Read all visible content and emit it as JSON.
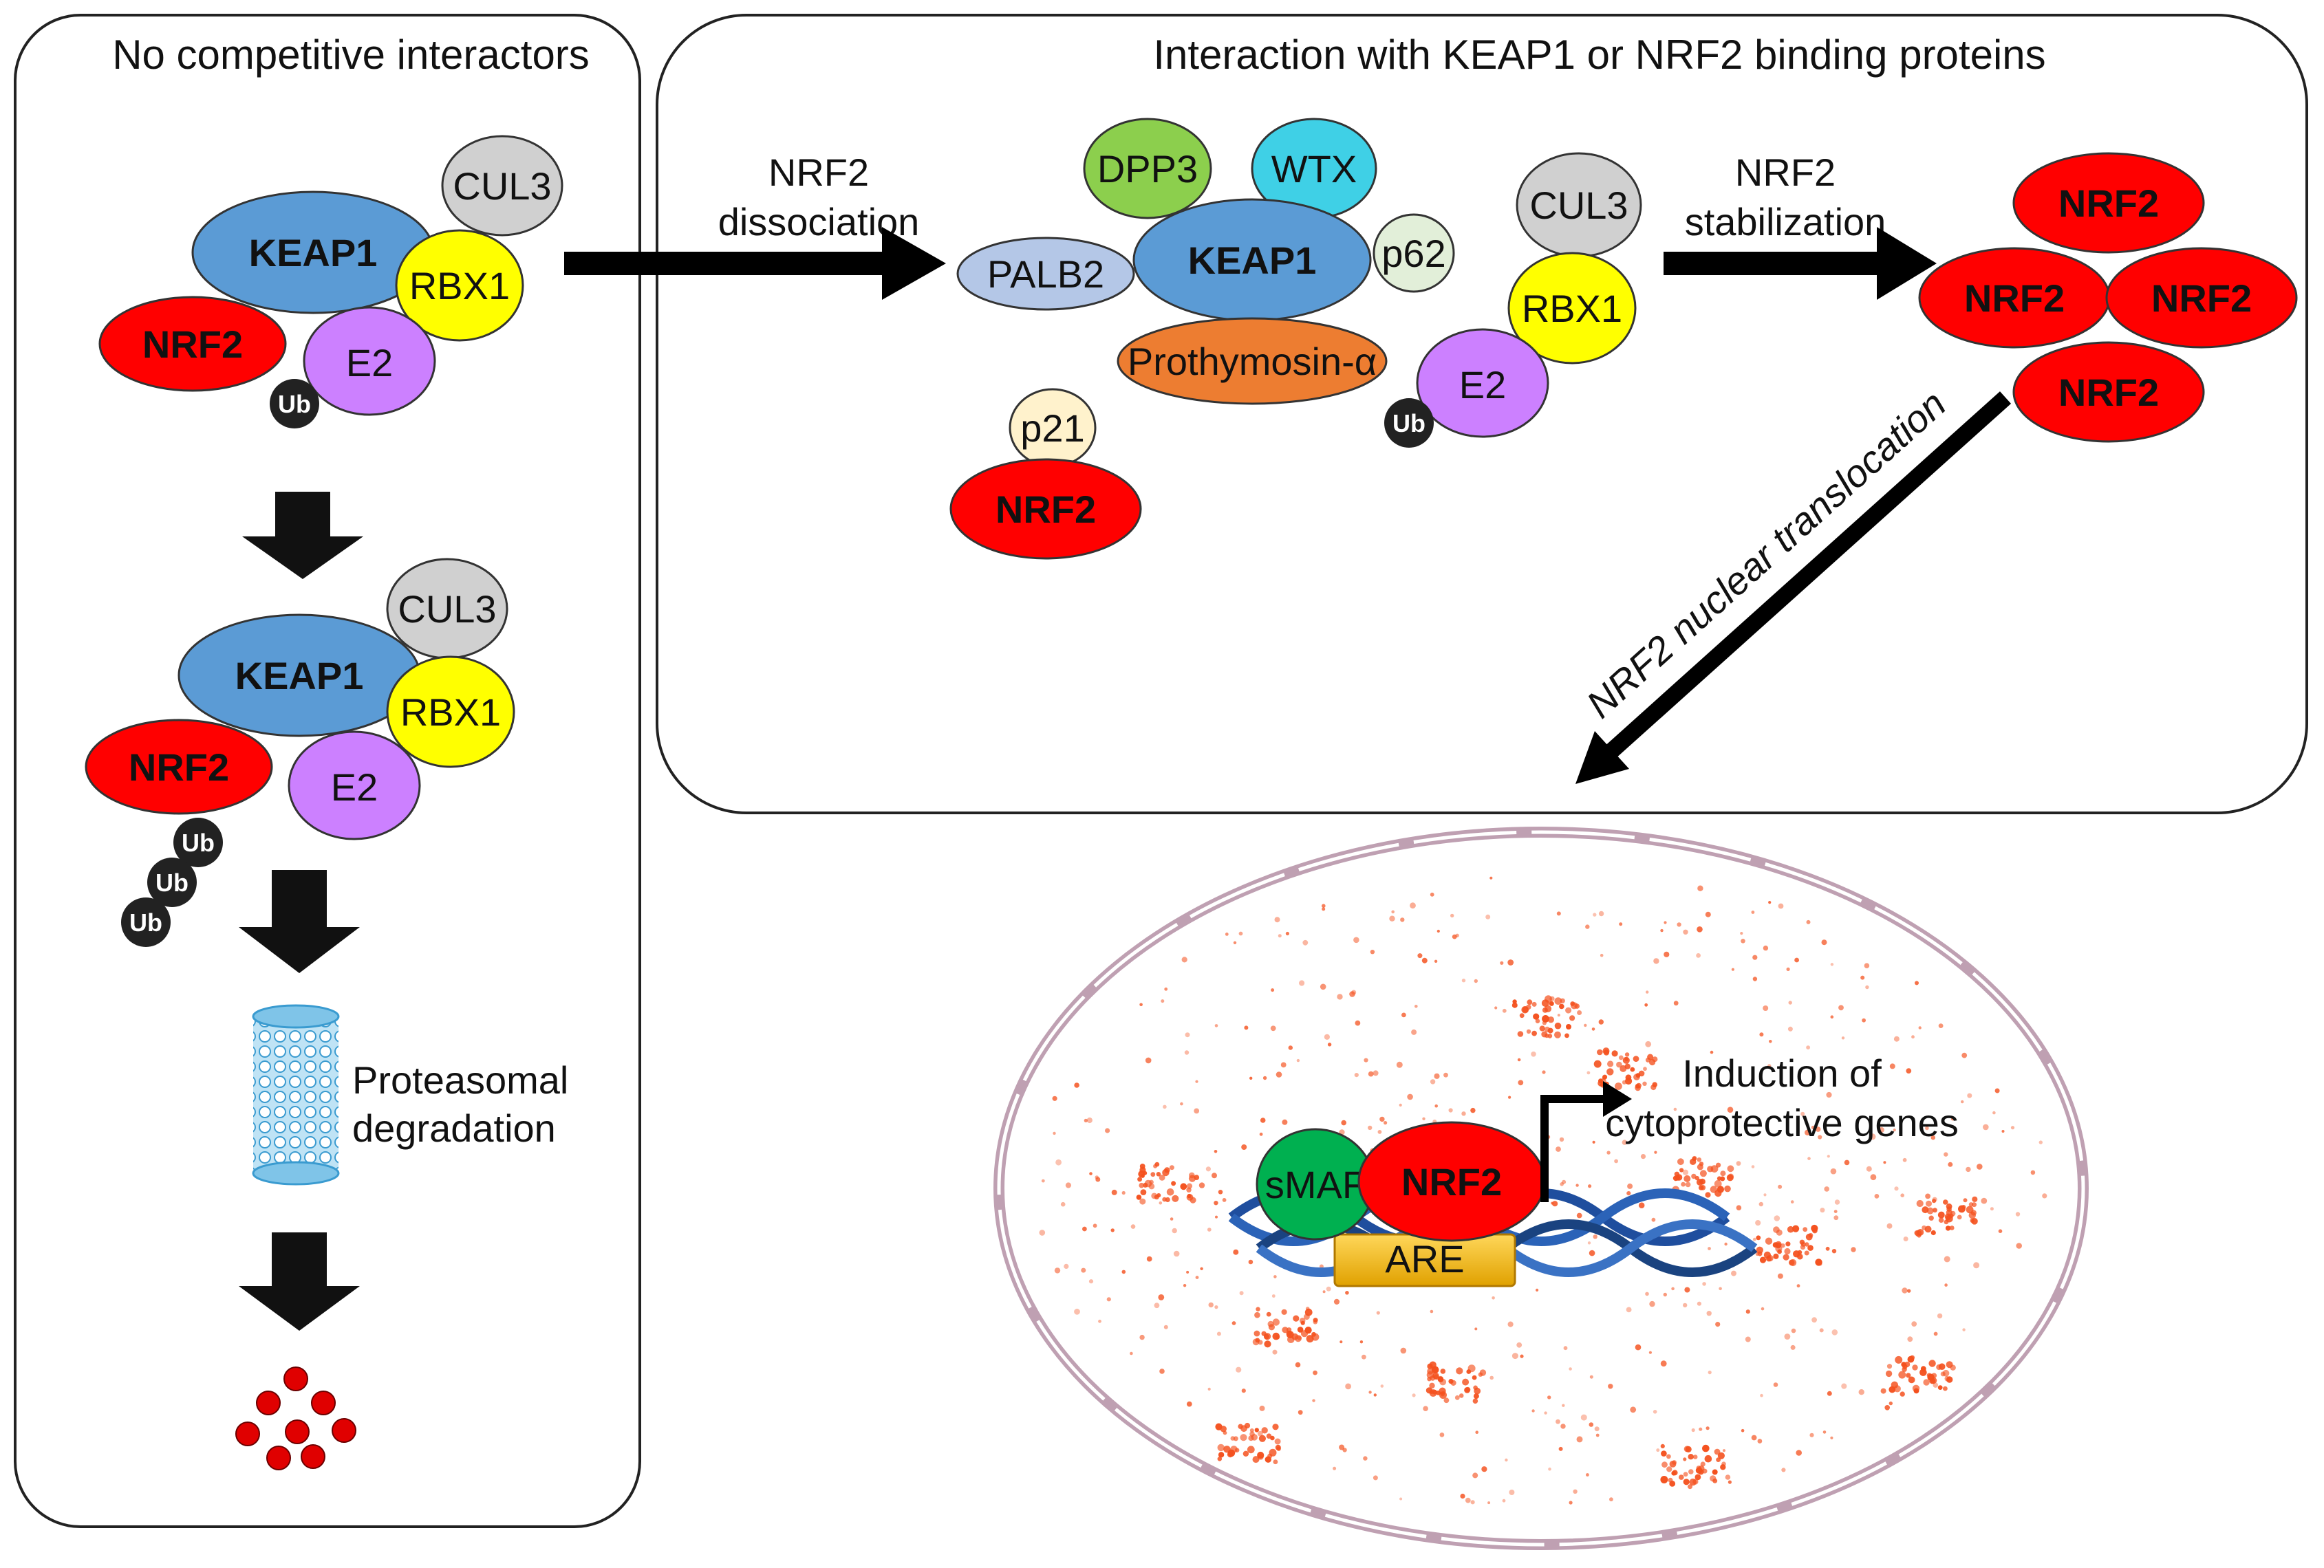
{
  "left_panel": {
    "title": "No competitive interactors",
    "complex1": {
      "cul3": "CUL3",
      "keap1": "KEAP1",
      "rbx1": "RBX1",
      "nrf2": "NRF2",
      "e2": "E2",
      "ub": "Ub"
    },
    "complex2": {
      "cul3": "CUL3",
      "keap1": "KEAP1",
      "rbx1": "RBX1",
      "nrf2": "NRF2",
      "e2": "E2",
      "ub1": "Ub",
      "ub2": "Ub",
      "ub3": "Ub"
    },
    "proteasome_label_line1": "Proteasomal",
    "proteasome_label_line2": "degradation"
  },
  "right_panel": {
    "title": "Interaction with KEAP1 or NRF2 binding proteins",
    "dissociation_line1": "NRF2",
    "dissociation_line2": "dissociation",
    "binding_proteins": {
      "dpp3": "DPP3",
      "wtx": "WTX",
      "palb2": "PALB2",
      "keap1": "KEAP1",
      "p62": "p62",
      "prothymosin": "Prothymosin-α",
      "p21": "p21",
      "nrf2": "NRF2"
    },
    "ligase": {
      "cul3": "CUL3",
      "rbx1": "RBX1",
      "e2": "E2",
      "ub": "Ub"
    },
    "stabilization_line1": "NRF2",
    "stabilization_line2": "stabilization",
    "stabilized": [
      "NRF2",
      "NRF2",
      "NRF2",
      "NRF2"
    ],
    "translocation_label": "NRF2 nuclear translocation"
  },
  "nucleus": {
    "smaf": "sMAF",
    "nrf2": "NRF2",
    "are": "ARE",
    "induction_line1": "Induction of",
    "induction_line2": "cytoprotective genes"
  },
  "colors": {
    "keap1": "#5b9bd5",
    "nrf2": "#ff0000",
    "cul3": "#d0d0d0",
    "rbx1": "#ffff00",
    "e2": "#cc80ff",
    "dpp3": "#8ccf4d",
    "wtx": "#3fd0e6",
    "palb2": "#b4c7e7",
    "p62": "#e2efd9",
    "prothymosin": "#ed7d31",
    "p21": "#fff2cc",
    "smaf": "#00b050",
    "are": "#ffc000",
    "dna": "#1f4e9e",
    "nucleus_membrane": "#c9a6b8",
    "speckle": "#f4511e"
  }
}
